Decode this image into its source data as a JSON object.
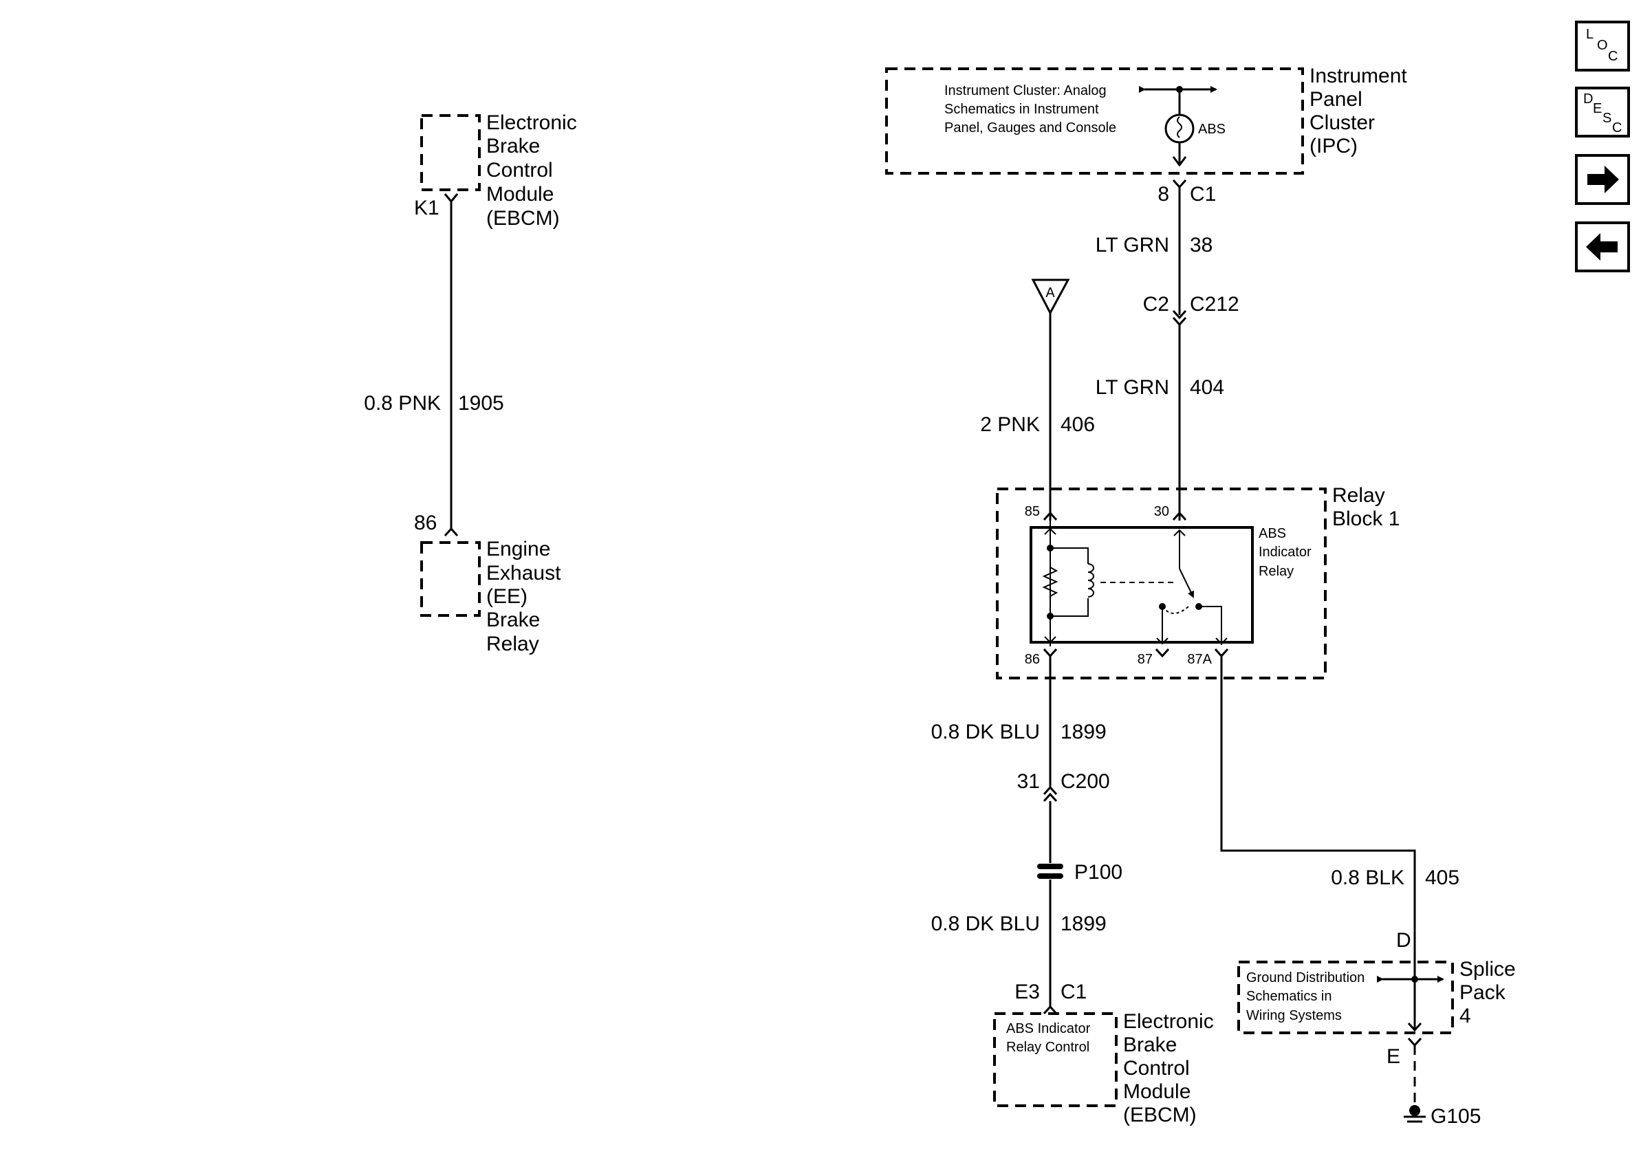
{
  "nav": {
    "loc_main": "L",
    "loc_sub": "O",
    "loc_sub2": "C",
    "desc_main": "D",
    "desc_sub": "E",
    "desc_sub2": "S",
    "desc_sub3": "C",
    "next_icon": "arrow-right-icon",
    "prev_icon": "arrow-left-icon"
  },
  "left_circuit": {
    "ebcm_name": [
      "Electronic",
      "Brake",
      "Control",
      "Module",
      "(EBCM)"
    ],
    "ebcm_pin": "K1",
    "wire_gauge_color": "0.8 PNK",
    "wire_circuit": "1905",
    "relay_pin": "86",
    "relay_name": [
      "Engine",
      "Exhaust",
      "(EE)",
      "Brake",
      "Relay"
    ]
  },
  "ipc": {
    "note": [
      "Instrument Cluster: Analog",
      "Schematics in Instrument",
      "Panel, Gauges and Console"
    ],
    "lamp_label": "ABS",
    "name": [
      "Instrument",
      "Panel",
      "Cluster",
      "(IPC)"
    ],
    "pin": "8",
    "connector": "C1"
  },
  "wire_38": {
    "color": "LT GRN",
    "circuit": "38"
  },
  "inline_c212": {
    "pin": "C2",
    "connector": "C212"
  },
  "wire_404": {
    "color": "LT GRN",
    "circuit": "404"
  },
  "ref_a": {
    "label": "A"
  },
  "wire_406": {
    "color": "2 PNK",
    "circuit": "406"
  },
  "relay_block": {
    "name": [
      "Relay",
      "Block 1"
    ],
    "relay_name": [
      "ABS",
      "Indicator",
      "Relay"
    ],
    "pin_85": "85",
    "pin_30": "30",
    "pin_86": "86",
    "pin_87": "87",
    "pin_87a": "87A"
  },
  "wire_1899_upper": {
    "color": "0.8 DK BLU",
    "circuit": "1899"
  },
  "inline_c200": {
    "pin": "31",
    "connector": "C200"
  },
  "pass_through": {
    "label": "P100"
  },
  "wire_1899_lower": {
    "color": "0.8 DK BLU",
    "circuit": "1899"
  },
  "ebcm_bottom": {
    "pin": "E3",
    "connector": "C1",
    "note": [
      "ABS Indicator",
      "Relay Control"
    ],
    "name": [
      "Electronic",
      "Brake",
      "Control",
      "Module",
      "(EBCM)"
    ]
  },
  "wire_405": {
    "color": "0.8 BLK",
    "circuit": "405"
  },
  "splice": {
    "pin_in": "D",
    "pin_out": "E",
    "note": [
      "Ground Distribution",
      "Schematics in",
      "Wiring Systems"
    ],
    "name": [
      "Splice",
      "Pack",
      "4"
    ]
  },
  "ground": {
    "label": "G105"
  }
}
